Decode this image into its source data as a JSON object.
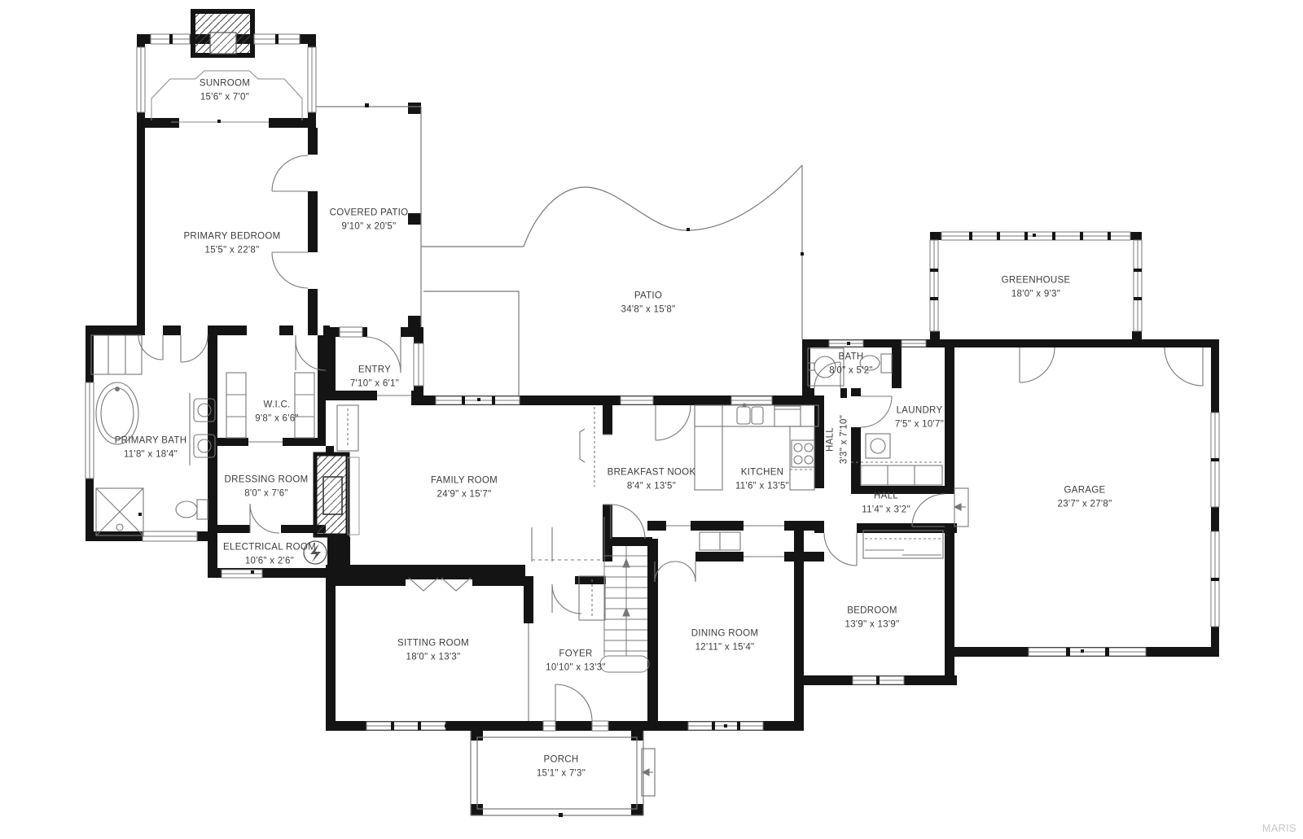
{
  "watermark": "MARIS",
  "colors": {
    "wall": "#141414",
    "thin_line": "#777777",
    "label_text": "#3c3c3c",
    "watermark": "#c7c7c7",
    "background": "#ffffff"
  },
  "rooms": [
    {
      "id": "sunroom",
      "name": "SUNROOM",
      "dims": "15'6\" x 7'0\""
    },
    {
      "id": "primary-bedroom",
      "name": "PRIMARY BEDROOM",
      "dims": "15'5\" x 22'8\""
    },
    {
      "id": "covered-patio",
      "name": "COVERED PATIO",
      "dims": "9'10\" x 20'5\""
    },
    {
      "id": "patio",
      "name": "PATIO",
      "dims": "34'8\" x 15'8\""
    },
    {
      "id": "greenhouse",
      "name": "GREENHOUSE",
      "dims": "18'0\" x 9'3\""
    },
    {
      "id": "primary-bath",
      "name": "PRIMARY BATH",
      "dims": "11'8\" x 18'4\""
    },
    {
      "id": "wic",
      "name": "W.I.C.",
      "dims": "9'8\" x 6'6\""
    },
    {
      "id": "dressing-room",
      "name": "DRESSING ROOM",
      "dims": "8'0\" x 7'6\""
    },
    {
      "id": "electrical-room",
      "name": "ELECTRICAL ROOM",
      "dims": "10'6\" x 2'6\""
    },
    {
      "id": "entry",
      "name": "ENTRY",
      "dims": "7'10\" x 6'1\""
    },
    {
      "id": "family-room",
      "name": "FAMILY ROOM",
      "dims": "24'9\" x 15'7\""
    },
    {
      "id": "breakfast-nook",
      "name": "BREAKFAST NOOK",
      "dims": "8'4\" x 13'5\""
    },
    {
      "id": "kitchen",
      "name": "KITCHEN",
      "dims": "11'6\" x 13'5\""
    },
    {
      "id": "hall-upper",
      "name": "HALL",
      "dims": "3'3\" x 7'10\""
    },
    {
      "id": "bath",
      "name": "BATH",
      "dims": "8'0\" x 5'2\""
    },
    {
      "id": "laundry",
      "name": "LAUNDRY",
      "dims": "7'5\" x 10'7\""
    },
    {
      "id": "hall",
      "name": "HALL",
      "dims": "11'4\" x 3'2\""
    },
    {
      "id": "garage",
      "name": "GARAGE",
      "dims": "23'7\" x 27'8\""
    },
    {
      "id": "sitting-room",
      "name": "SITTING ROOM",
      "dims": "18'0\" x 13'3\""
    },
    {
      "id": "foyer",
      "name": "FOYER",
      "dims": "10'10\" x 13'3\""
    },
    {
      "id": "dining-room",
      "name": "DINING ROOM",
      "dims": "12'11\" x 15'4\""
    },
    {
      "id": "bedroom",
      "name": "BEDROOM",
      "dims": "13'9\" x 13'9\""
    },
    {
      "id": "porch",
      "name": "PORCH",
      "dims": "15'1\" x 7'3\""
    }
  ]
}
